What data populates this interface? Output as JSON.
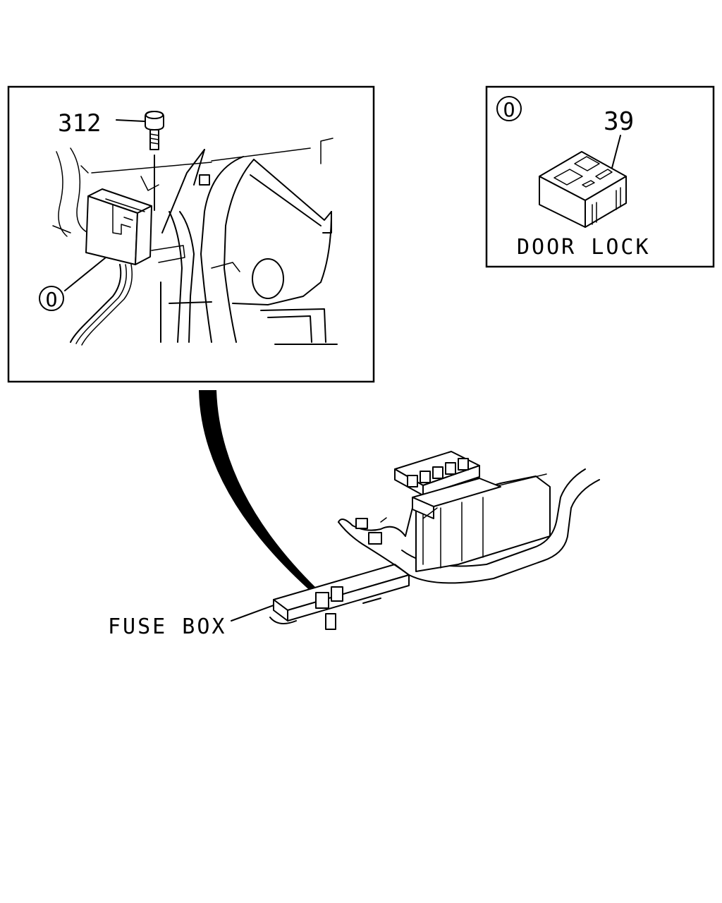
{
  "callouts": {
    "bolt_part_number": "312",
    "detail_marker": "O",
    "relay_part_number": "39",
    "relay_name": "DOOR LOCK",
    "fuse_box_label": "FUSE BOX"
  }
}
